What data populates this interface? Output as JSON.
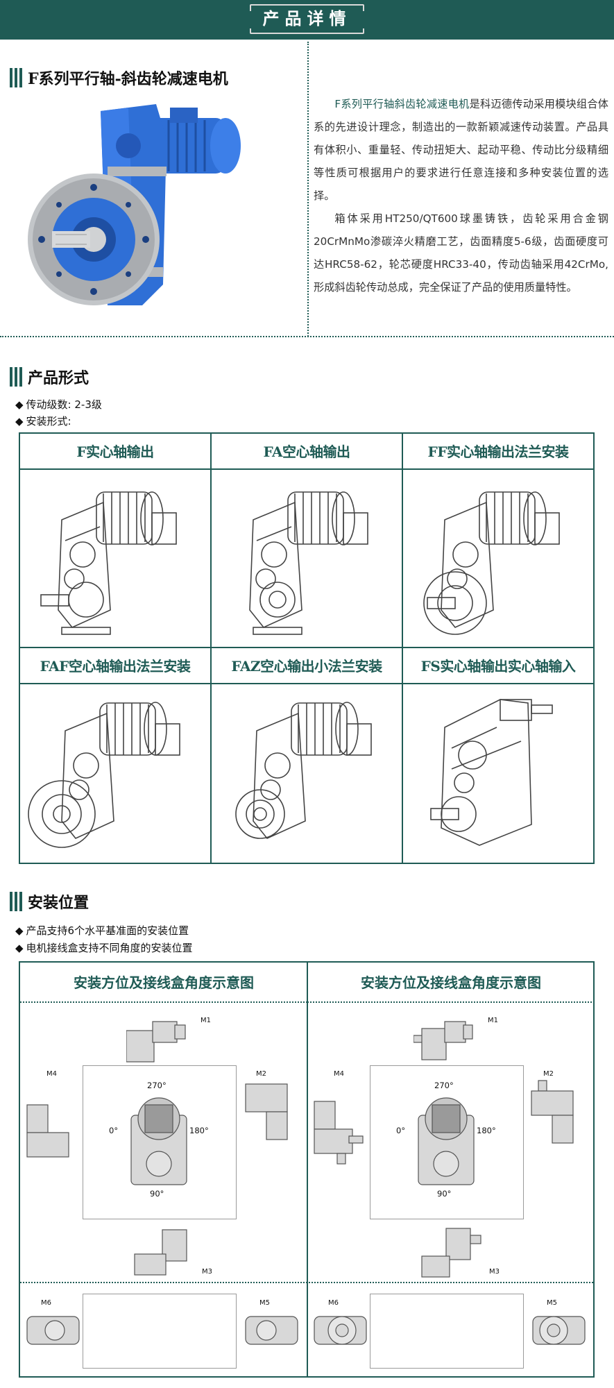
{
  "banner": {
    "title": "产品详情"
  },
  "intro": {
    "heading": "F系列平行轴-斜齿轮减速电机",
    "p1_highlight": "F系列平行轴斜齿轮减速电机",
    "p1_rest": "是科迈德传动采用模块组合体系的先进设计理念，制造出的一款新颖减速传动装置。产品具有体积小、重量轻、传动扭矩大、起动平稳、传动比分级精细等性质可根据用户的要求进行任意连接和多种安装位置的选择。",
    "p2": "箱体采用HT250/QT600球墨铸铁，齿轮采用合金钢20CrMnMo渗碳淬火精磨工艺，齿面精度5-6级，齿面硬度可达HRC58-62，轮芯硬度HRC33-40，传动齿轴采用42CrMo,形成斜齿轮传动总成，完全保证了产品的使用质量特性。"
  },
  "forms": {
    "heading": "产品形式",
    "bullet1": "传动级数: 2-3级",
    "bullet2": "安装形式:",
    "cells": [
      {
        "title": "F实心轴输出"
      },
      {
        "title": "FA空心轴输出"
      },
      {
        "title": "FF实心轴输出法兰安装"
      },
      {
        "title": "FAF空心轴输出法兰安装"
      },
      {
        "title": "FAZ空心输出小法兰安装"
      },
      {
        "title": "FS实心轴输出实心轴输入"
      }
    ]
  },
  "positions": {
    "heading": "安装位置",
    "bullet1": "产品支持6个水平基准面的安装位置",
    "bullet2": "电机接线盒支持不同角度的安装位置",
    "panels": [
      {
        "title": "安装方位及接线盒角度示意图"
      },
      {
        "title": "安装方位及接线盒角度示意图"
      }
    ],
    "labels": {
      "m1": "M1",
      "m2": "M2",
      "m3": "M3",
      "m4": "M4",
      "m5": "M5",
      "m6": "M6"
    },
    "angles": {
      "a270": "270°",
      "a0": "0°",
      "a180": "180°",
      "a90": "90°"
    }
  },
  "colors": {
    "brand": "#1f5b55",
    "motor_blue": "#2f6fd6",
    "flange": "#b5b8bb"
  }
}
